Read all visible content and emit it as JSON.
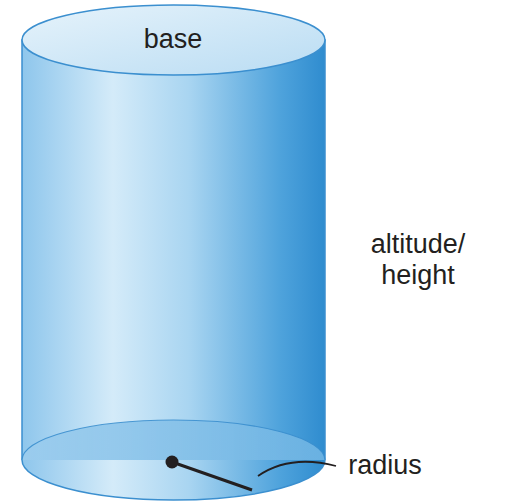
{
  "diagram": {
    "labels": [
      "base",
      "altitude/ height",
      "radius"
    ]
  }
}
